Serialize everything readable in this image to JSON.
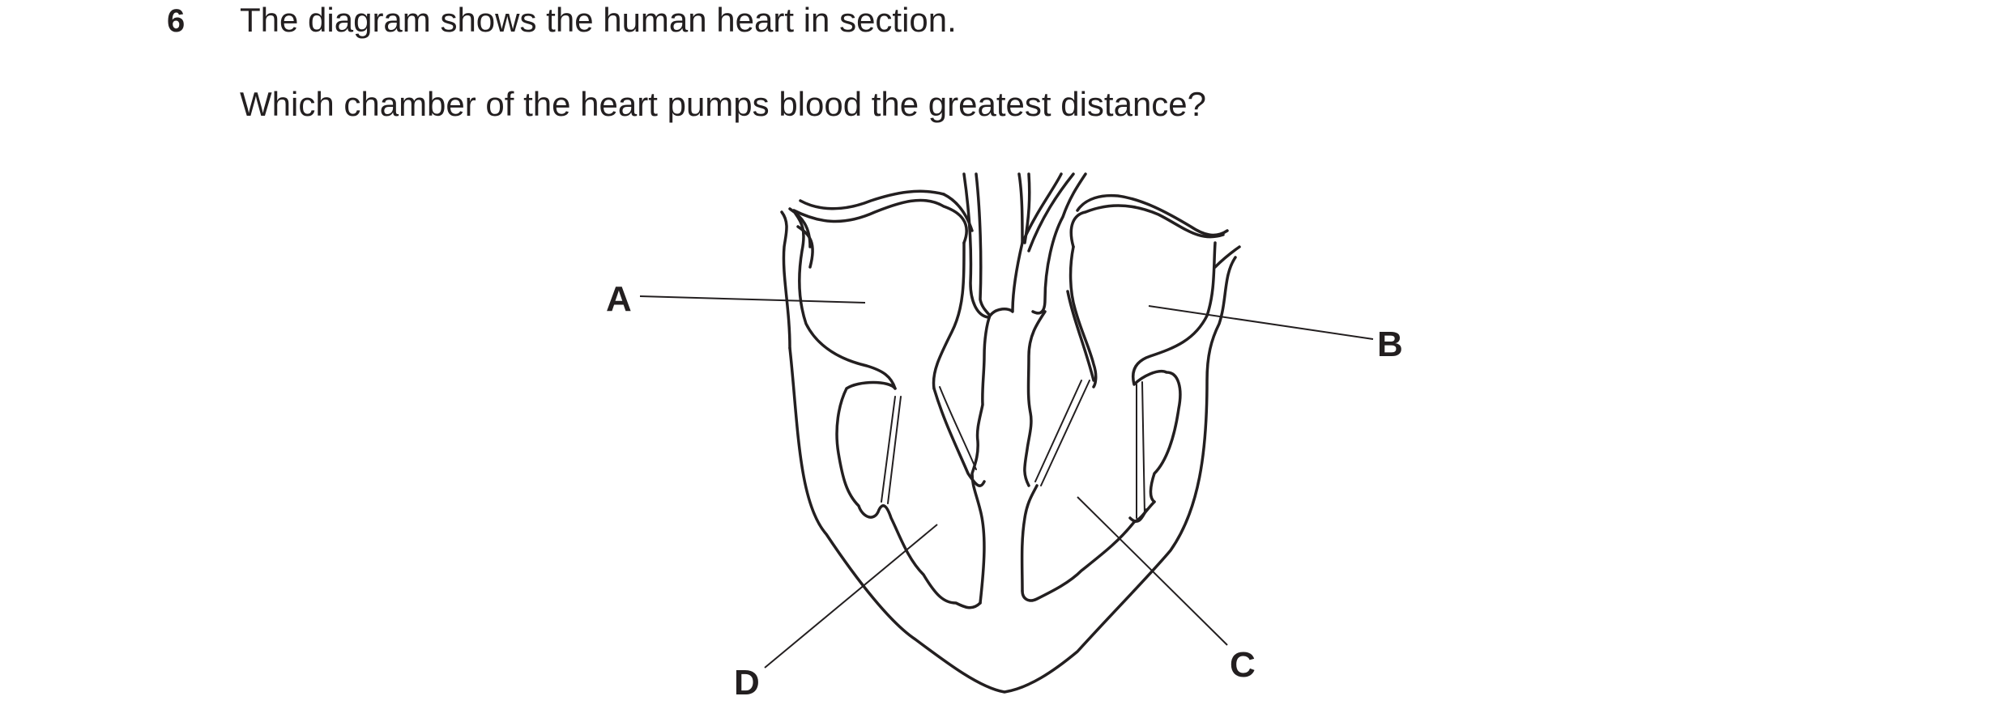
{
  "question": {
    "number": "6",
    "stem": "The diagram shows the human heart in section.",
    "prompt": "Which chamber of the heart pumps blood the greatest distance?"
  },
  "diagram": {
    "labels": {
      "a": "A",
      "b": "B",
      "c": "C",
      "d": "D"
    },
    "stroke_color": "#231f20"
  }
}
